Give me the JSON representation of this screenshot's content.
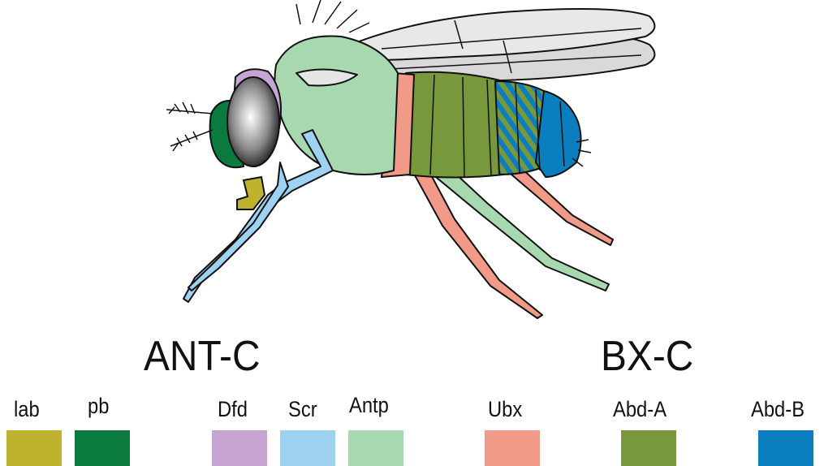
{
  "groups": [
    {
      "title": "ANT-C"
    },
    {
      "title": "BX-C"
    }
  ],
  "genes": [
    {
      "label": "lab",
      "color": "#BFB22F"
    },
    {
      "label": "pb",
      "color": "#0A7A3E"
    },
    {
      "label": "Dfd",
      "color": "#C8A4D2"
    },
    {
      "label": "Scr",
      "color": "#9DD3F1"
    },
    {
      "label": "Antp",
      "color": "#A8D8B0"
    },
    {
      "label": "Ubx",
      "color": "#F19A88"
    },
    {
      "label": "Abd-A",
      "color": "#77993C"
    },
    {
      "label": "Abd-B",
      "color": "#0A7EBE"
    }
  ],
  "fly": {
    "wing_color": "#d9d9d9",
    "eye_color": "#999999"
  }
}
